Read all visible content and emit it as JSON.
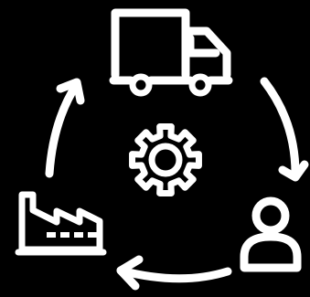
{
  "diagram": {
    "type": "supply-chain-cycle-icon",
    "background_color": "#000000",
    "foreground_color": "#ffffff",
    "nodes": [
      {
        "id": "truck",
        "icon": "delivery-truck-icon"
      },
      {
        "id": "customer",
        "icon": "person-icon"
      },
      {
        "id": "factory",
        "icon": "factory-icon"
      },
      {
        "id": "center",
        "icon": "gear-icon"
      }
    ],
    "flow_direction": "clockwise",
    "arrows": [
      {
        "from": "truck",
        "to": "customer",
        "icon": "arrow-icon"
      },
      {
        "from": "customer",
        "to": "factory",
        "icon": "arrow-icon"
      },
      {
        "from": "factory",
        "to": "truck",
        "icon": "arrow-icon"
      }
    ]
  }
}
